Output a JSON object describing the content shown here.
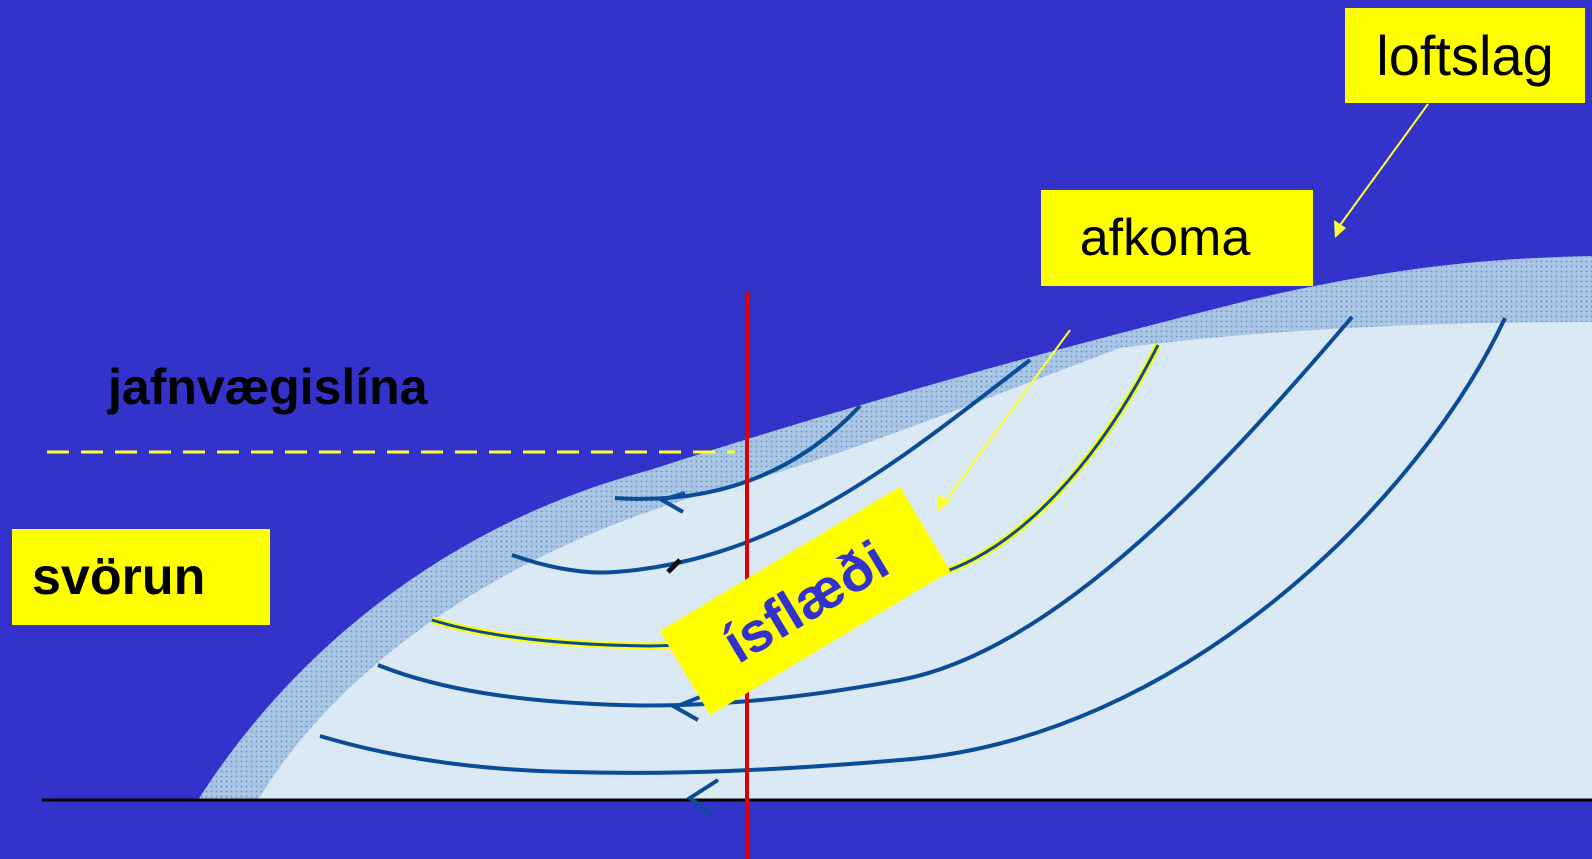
{
  "labels": {
    "climate": "loftslag",
    "mass_balance": "afkoma",
    "ela": "jafnvægislína",
    "ablation": "svörun",
    "ice_flow": "ísflæði"
  },
  "colors": {
    "background": "#3333cc",
    "label_fill": "#ffff00",
    "ice_body": "#dbe9f4",
    "snow_layer": "#a8c6e6",
    "flow_line": "#0a4d96",
    "highlight_line": "#ffff00",
    "divide_line": "#dd0000",
    "ela_line": "#ffff33",
    "ground_line": "#000000"
  }
}
